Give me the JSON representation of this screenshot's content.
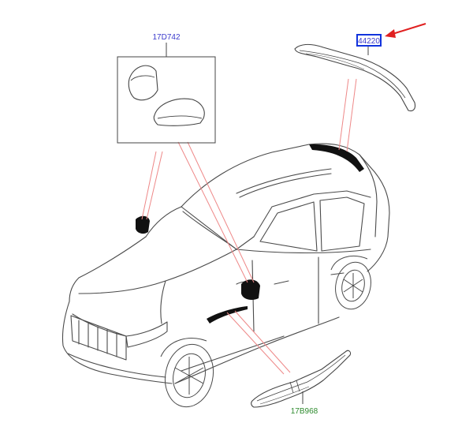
{
  "labels": {
    "mirror_cap": "17D742",
    "spoiler": "44220",
    "side_trim": "17B968"
  },
  "colors": {
    "mirror_cap_label": "#3a3acc",
    "spoiler_label": "#3a3acc",
    "spoiler_highlight_box": "#1133dd",
    "side_trim_label": "#2e8b2e",
    "callout_arrow": "#e02020",
    "leader_lines": "#ee8888",
    "outline": "#444444",
    "part_fill": "#111111"
  }
}
